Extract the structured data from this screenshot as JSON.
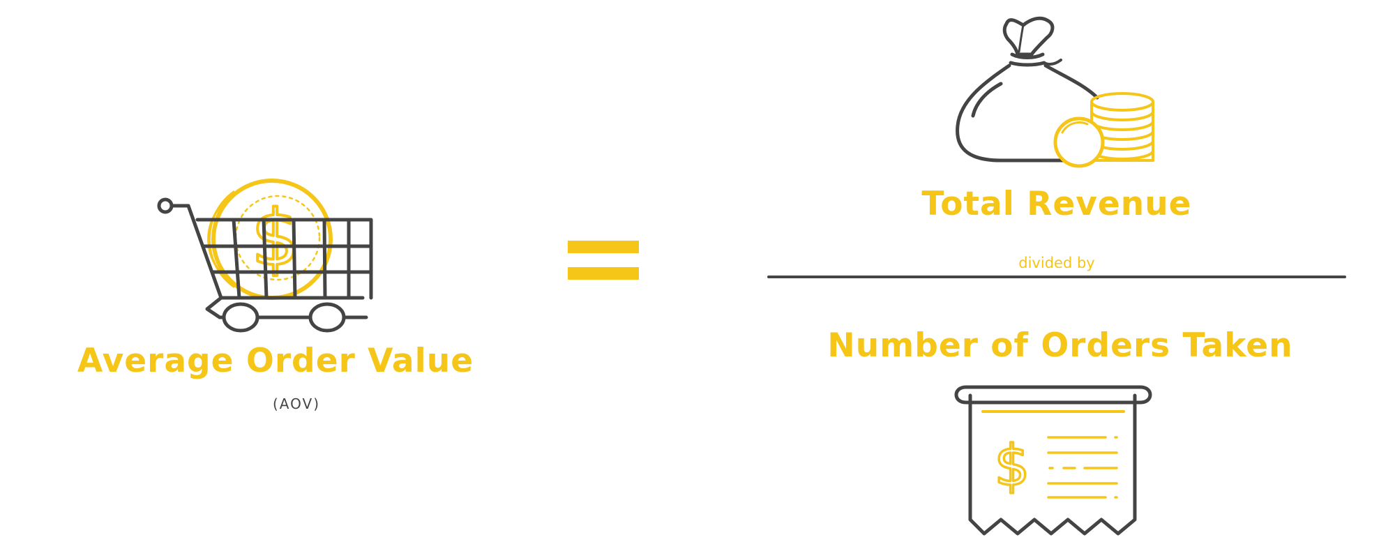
{
  "colors": {
    "accent": "#F5C518",
    "stroke": "#444444",
    "background": "#ffffff"
  },
  "icons": {
    "cart": "shopping-cart-with-dollar-coin-icon",
    "equals": "equals-icon",
    "bag": "money-bag-with-coins-icon",
    "receipt": "receipt-icon"
  },
  "left": {
    "title": "Average Order Value",
    "abbreviation": "(AOV)"
  },
  "numerator": {
    "label": "Total Revenue"
  },
  "operator": {
    "label": "divided by"
  },
  "denominator": {
    "label": "Number of Orders Taken"
  }
}
